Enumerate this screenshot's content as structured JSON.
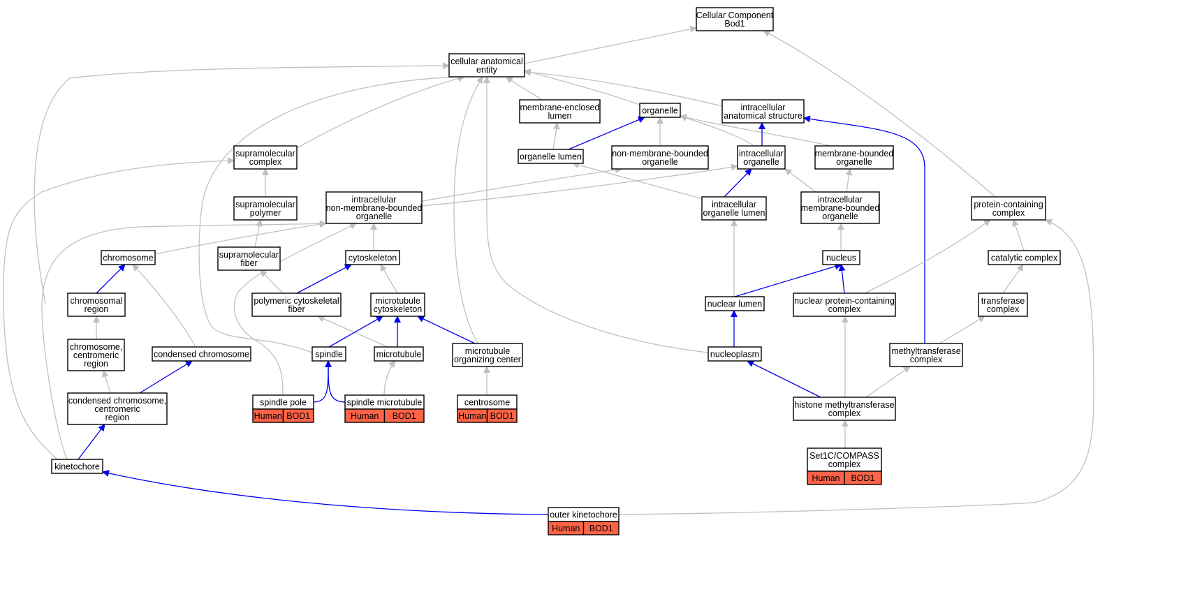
{
  "graph": {
    "edge_colors": {
      "is_a": "#c0c0c0",
      "part_of": "#0000ee"
    },
    "annotation_color": "#ff6347",
    "nodes": {
      "root": [
        "Cellular Component",
        "Bod1"
      ],
      "cae": [
        "cellular anatomical",
        "entity"
      ],
      "mel": [
        "membrane-enclosed",
        "lumen"
      ],
      "org": [
        "organelle"
      ],
      "ias": [
        "intracellular",
        "anatomical structure"
      ],
      "smc": [
        "supramolecular",
        "complex"
      ],
      "orgl": [
        "organelle lumen"
      ],
      "nmbo": [
        "non-membrane-bounded",
        "organelle"
      ],
      "io": [
        "intracellular",
        "organelle"
      ],
      "mbo": [
        "membrane-bounded",
        "organelle"
      ],
      "smp": [
        "supramolecular",
        "polymer"
      ],
      "inmbo": [
        "intracellular",
        "non-membrane-bounded",
        "organelle"
      ],
      "iol": [
        "intracellular",
        "organelle lumen"
      ],
      "imbo": [
        "intracellular",
        "membrane-bounded",
        "organelle"
      ],
      "pcc": [
        "protein-containing",
        "complex"
      ],
      "chr": [
        "chromosome"
      ],
      "smf": [
        "supramolecular",
        "fiber"
      ],
      "cyt": [
        "cytoskeleton"
      ],
      "nuc": [
        "nucleus"
      ],
      "cat": [
        "catalytic complex"
      ],
      "chrr": [
        "chromosomal",
        "region"
      ],
      "pcf": [
        "polymeric cytoskeletal",
        "fiber"
      ],
      "mtc": [
        "microtubule",
        "cytoskeleton"
      ],
      "nl": [
        "nuclear lumen"
      ],
      "npcc": [
        "nuclear protein-containing",
        "complex"
      ],
      "trc": [
        "transferase",
        "complex"
      ],
      "ccr": [
        "chromosome,",
        "centromeric",
        "region"
      ],
      "cch": [
        "condensed chromosome"
      ],
      "spd": [
        "spindle"
      ],
      "mt": [
        "microtubule"
      ],
      "mtoc": [
        "microtubule",
        "organizing center"
      ],
      "np": [
        "nucleoplasm"
      ],
      "mtf": [
        "methyltransferase",
        "complex"
      ],
      "cccr": [
        "condensed chromosome,",
        "centromeric",
        "region"
      ],
      "sp": [
        "spindle pole"
      ],
      "smt": [
        "spindle microtubule"
      ],
      "cent": [
        "centrosome"
      ],
      "hmtc": [
        "histone methyltransferase",
        "complex"
      ],
      "kin": [
        "kinetochore"
      ],
      "s1c": [
        "Set1C/COMPASS",
        "complex"
      ],
      "ok": [
        "outer kinetochore"
      ]
    },
    "annotations": {
      "sp": [
        "Human",
        "BOD1"
      ],
      "smt": [
        "Human",
        "BOD1"
      ],
      "cent": [
        "Human",
        "BOD1"
      ],
      "s1c": [
        "Human",
        "BOD1"
      ],
      "ok": [
        "Human",
        "BOD1"
      ]
    },
    "edges": [
      {
        "from": "cae",
        "to": "root",
        "type": "is_a"
      },
      {
        "from": "pcc",
        "to": "root",
        "type": "is_a"
      },
      {
        "from": "mel",
        "to": "cae",
        "type": "is_a"
      },
      {
        "from": "org",
        "to": "cae",
        "type": "is_a"
      },
      {
        "from": "ias",
        "to": "cae",
        "type": "is_a"
      },
      {
        "from": "smc",
        "to": "cae",
        "type": "is_a"
      },
      {
        "from": "chrr",
        "to": "cae",
        "type": "is_a"
      },
      {
        "from": "spd",
        "to": "cae",
        "type": "is_a"
      },
      {
        "from": "mtoc",
        "to": "cae",
        "type": "is_a"
      },
      {
        "from": "np",
        "to": "cae",
        "type": "is_a"
      },
      {
        "from": "orgl",
        "to": "mel",
        "type": "is_a"
      },
      {
        "from": "orgl",
        "to": "org",
        "type": "part_of"
      },
      {
        "from": "nmbo",
        "to": "org",
        "type": "is_a"
      },
      {
        "from": "io",
        "to": "org",
        "type": "is_a"
      },
      {
        "from": "mbo",
        "to": "org",
        "type": "is_a"
      },
      {
        "from": "io",
        "to": "ias",
        "type": "part_of"
      },
      {
        "from": "mtf",
        "to": "ias",
        "type": "part_of"
      },
      {
        "from": "smp",
        "to": "smc",
        "type": "is_a"
      },
      {
        "from": "kin",
        "to": "smc",
        "type": "is_a"
      },
      {
        "from": "inmbo",
        "to": "nmbo",
        "type": "is_a"
      },
      {
        "from": "inmbo",
        "to": "io",
        "type": "is_a"
      },
      {
        "from": "iol",
        "to": "io",
        "type": "part_of"
      },
      {
        "from": "iol",
        "to": "orgl",
        "type": "is_a"
      },
      {
        "from": "imbo",
        "to": "io",
        "type": "is_a"
      },
      {
        "from": "imbo",
        "to": "mbo",
        "type": "is_a"
      },
      {
        "from": "smf",
        "to": "smp",
        "type": "is_a"
      },
      {
        "from": "chr",
        "to": "inmbo",
        "type": "is_a"
      },
      {
        "from": "cyt",
        "to": "inmbo",
        "type": "is_a"
      },
      {
        "from": "sp",
        "to": "inmbo",
        "type": "is_a"
      },
      {
        "from": "kin",
        "to": "inmbo",
        "type": "is_a"
      },
      {
        "from": "nl",
        "to": "iol",
        "type": "is_a"
      },
      {
        "from": "nuc",
        "to": "imbo",
        "type": "is_a"
      },
      {
        "from": "npcc",
        "to": "pcc",
        "type": "is_a"
      },
      {
        "from": "cat",
        "to": "pcc",
        "type": "is_a"
      },
      {
        "from": "ok",
        "to": "pcc",
        "type": "is_a"
      },
      {
        "from": "chrr",
        "to": "chr",
        "type": "part_of"
      },
      {
        "from": "cch",
        "to": "chr",
        "type": "is_a"
      },
      {
        "from": "pcf",
        "to": "smf",
        "type": "is_a"
      },
      {
        "from": "pcf",
        "to": "cyt",
        "type": "part_of"
      },
      {
        "from": "mtc",
        "to": "cyt",
        "type": "is_a"
      },
      {
        "from": "nl",
        "to": "nuc",
        "type": "part_of"
      },
      {
        "from": "npcc",
        "to": "nuc",
        "type": "part_of"
      },
      {
        "from": "trc",
        "to": "cat",
        "type": "is_a"
      },
      {
        "from": "ccr",
        "to": "chrr",
        "type": "is_a"
      },
      {
        "from": "mt",
        "to": "pcf",
        "type": "is_a"
      },
      {
        "from": "spd",
        "to": "mtc",
        "type": "part_of"
      },
      {
        "from": "mt",
        "to": "mtc",
        "type": "part_of"
      },
      {
        "from": "mtoc",
        "to": "mtc",
        "type": "part_of"
      },
      {
        "from": "np",
        "to": "nl",
        "type": "part_of"
      },
      {
        "from": "hmtc",
        "to": "npcc",
        "type": "is_a"
      },
      {
        "from": "mtf",
        "to": "trc",
        "type": "is_a"
      },
      {
        "from": "cccr",
        "to": "ccr",
        "type": "is_a"
      },
      {
        "from": "cccr",
        "to": "cch",
        "type": "part_of"
      },
      {
        "from": "sp",
        "to": "spd",
        "type": "part_of"
      },
      {
        "from": "smt",
        "to": "spd",
        "type": "part_of"
      },
      {
        "from": "smt",
        "to": "mt",
        "type": "is_a"
      },
      {
        "from": "cent",
        "to": "mtoc",
        "type": "is_a"
      },
      {
        "from": "hmtc",
        "to": "np",
        "type": "part_of"
      },
      {
        "from": "hmtc",
        "to": "mtf",
        "type": "is_a"
      },
      {
        "from": "kin",
        "to": "cccr",
        "type": "part_of"
      },
      {
        "from": "s1c",
        "to": "hmtc",
        "type": "is_a"
      },
      {
        "from": "ok",
        "to": "kin",
        "type": "part_of"
      }
    ]
  }
}
